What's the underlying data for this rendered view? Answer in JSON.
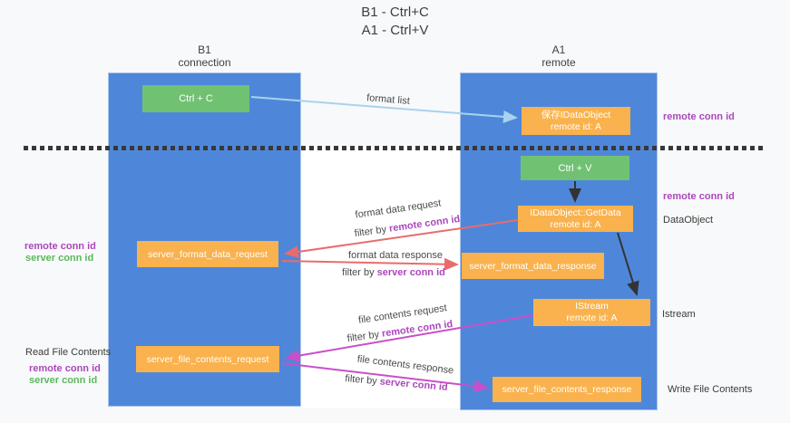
{
  "title": {
    "line1": "B1 - Ctrl+C",
    "line2": "A1 - Ctrl+V"
  },
  "columns": {
    "left": {
      "title": "B1",
      "subtitle": "connection"
    },
    "right": {
      "title": "A1",
      "subtitle": "remote"
    }
  },
  "nodes": {
    "ctrl_c": {
      "label": "Ctrl + C"
    },
    "save_idataobject": {
      "line1": "保存IDataObject",
      "line2": "remote id: A"
    },
    "ctrl_v": {
      "label": "Ctrl + V"
    },
    "getdata": {
      "line1": "IDataObject::GetData",
      "line2": "remote id: A"
    },
    "format_request": {
      "label": "server_format_data_request"
    },
    "format_response": {
      "label": "server_format_data_response"
    },
    "istream": {
      "line1": "IStream",
      "line2": "remote id: A"
    },
    "file_request": {
      "label": "server_file_contents_request"
    },
    "file_response": {
      "label": "server_file_contents_response"
    }
  },
  "arrows": {
    "format_list": {
      "label": "format list"
    },
    "format_data_request": {
      "label": "format data request",
      "filter_prefix": "filter by ",
      "filter_key": "remote conn id"
    },
    "format_data_response": {
      "label": "format data response",
      "filter_prefix": "filter by ",
      "filter_key": "server conn id"
    },
    "file_contents_request": {
      "label": "file contents request",
      "filter_prefix": "filter by ",
      "filter_key": "remote conn id"
    },
    "file_contents_response": {
      "label": "file contents response",
      "filter_prefix": "filter by ",
      "filter_key": "server conn id"
    }
  },
  "side_labels": {
    "right_top_conn": "remote conn id",
    "right_mid_conn": "remote conn id",
    "dataobject": "DataObject",
    "istream": "Istream",
    "write_file": "Write File Contents",
    "left_remote_conn_1": "remote conn id",
    "left_server_conn_1": "server conn id",
    "read_file": "Read File Contents",
    "left_remote_conn_2": "remote conn id",
    "left_server_conn_2": "server conn id"
  },
  "colors": {
    "column_blue": "#4e87d9",
    "node_green": "#71c173",
    "node_orange": "#f9b24d",
    "arrow_red": "#e96c6c",
    "arrow_magenta": "#c94fc9",
    "arrow_light_blue": "#a8d2ee",
    "arrow_black": "#333333",
    "conn_id_purple": "#ab47bc",
    "conn_id_green": "#5cb85c",
    "background": "#f8f9fa"
  }
}
